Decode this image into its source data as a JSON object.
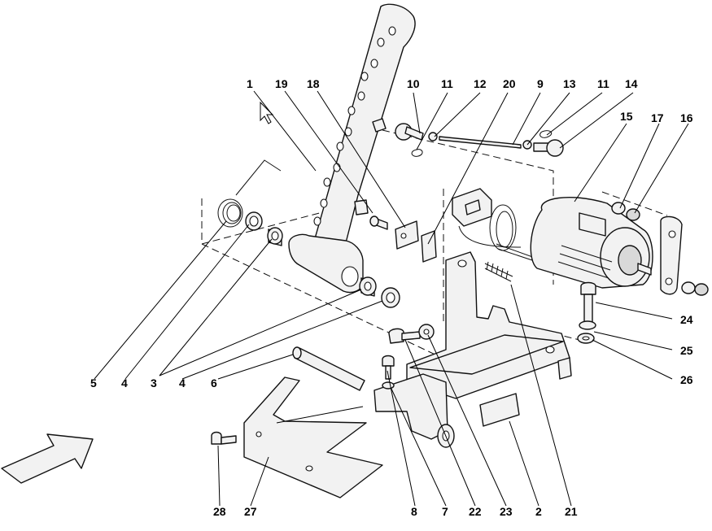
{
  "diagram": {
    "callouts": {
      "c1": "1",
      "c19": "19",
      "c18": "18",
      "c10": "10",
      "c11a": "11",
      "c12": "12",
      "c20": "20",
      "c9": "9",
      "c13": "13",
      "c11b": "11",
      "c14": "14",
      "c15": "15",
      "c17": "17",
      "c16": "16",
      "c24": "24",
      "c25": "25",
      "c26": "26",
      "c5": "5",
      "c4a": "4",
      "c3": "3",
      "c4b": "4",
      "c6": "6",
      "c28": "28",
      "c27": "27",
      "c8": "8",
      "c7": "7",
      "c22": "22",
      "c23": "23",
      "c2": "2",
      "c21": "21"
    }
  }
}
